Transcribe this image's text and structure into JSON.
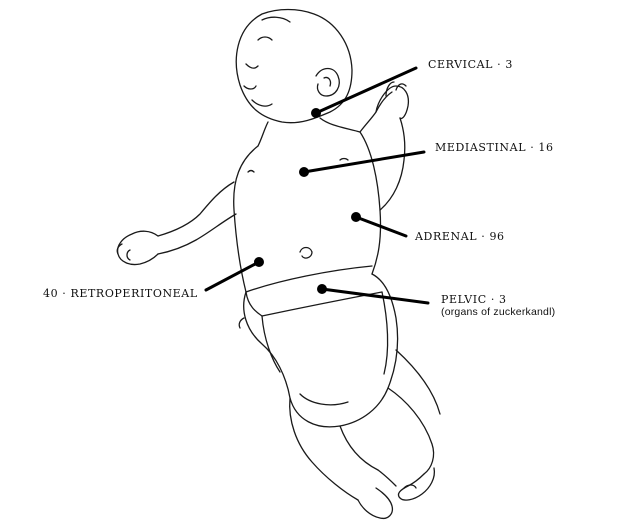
{
  "labels": {
    "cervical": "CERVICAL · 3",
    "mediastinal": "MEDIASTINAL · 16",
    "adrenal": "ADRENAL · 96",
    "retroperitoneal": "40 · RETROPERITONEAL",
    "pelvic": "PELVIC · 3",
    "pelvic_note": "(organs of zuckerkandl)"
  },
  "colors": {
    "ink": "#111111",
    "paper": "#ffffff"
  },
  "illustration": "infant-line-drawing"
}
